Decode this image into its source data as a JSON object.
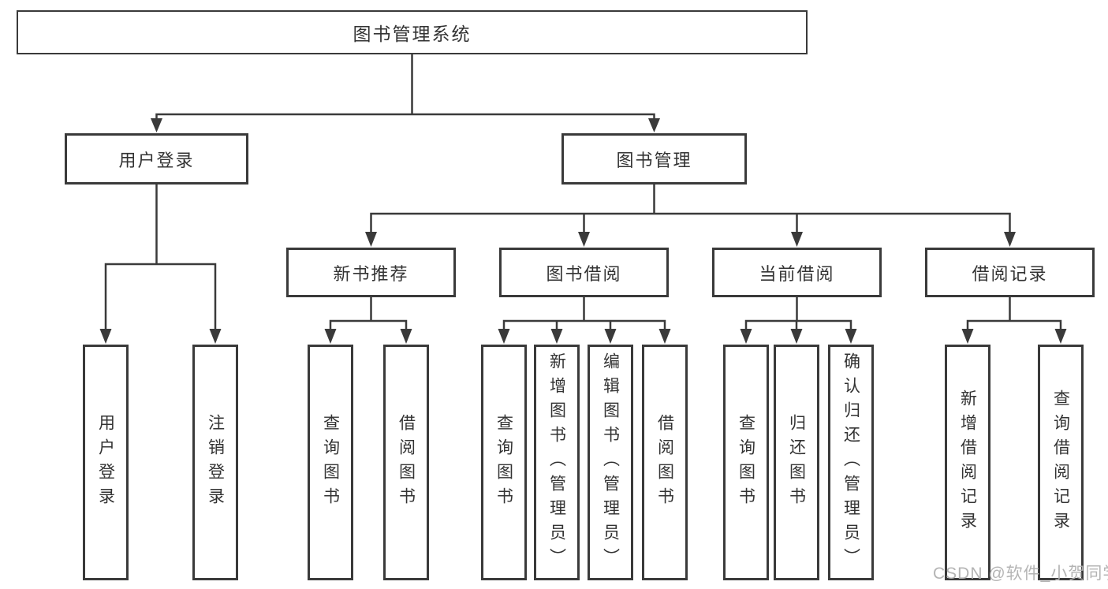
{
  "diagram": {
    "root": {
      "label": "图书管理系统"
    },
    "branches": [
      {
        "label": "用户登录",
        "children": [
          {
            "label": "用户登录"
          },
          {
            "label": "注销登录"
          }
        ]
      },
      {
        "label": "图书管理",
        "children": [
          {
            "label": "新书推荐",
            "children": [
              {
                "label": "查询图书"
              },
              {
                "label": "借阅图书"
              }
            ]
          },
          {
            "label": "图书借阅",
            "children": [
              {
                "label": "查询图书"
              },
              {
                "label": "新增图书（管理员）"
              },
              {
                "label": "编辑图书（管理员）"
              },
              {
                "label": "借阅图书"
              }
            ]
          },
          {
            "label": "当前借阅",
            "children": [
              {
                "label": "查询图书"
              },
              {
                "label": "归还图书"
              },
              {
                "label": "确认归还（管理员）"
              }
            ]
          },
          {
            "label": "借阅记录",
            "children": [
              {
                "label": "新增借阅记录"
              },
              {
                "label": "查询借阅记录"
              }
            ]
          }
        ]
      }
    ]
  },
  "watermark": "CSDN @软件_小贺同学",
  "colors": {
    "line": "#3a3a3a",
    "text": "#333333",
    "watermark": "#b0b0b0",
    "background": "#ffffff"
  }
}
